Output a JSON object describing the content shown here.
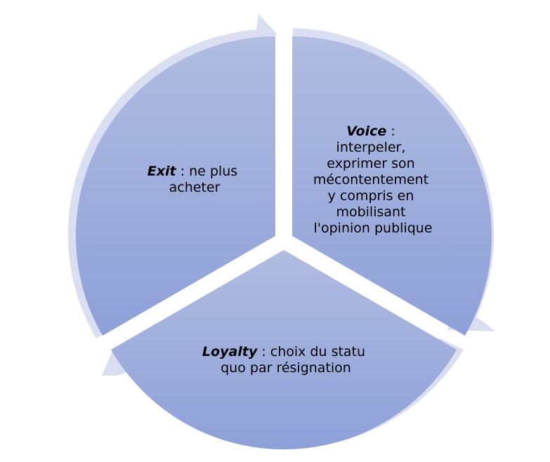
{
  "colors": {
    "ring": "#d9def1",
    "segment_top": "#b1bce1",
    "segment_bottom": "#8da0d8",
    "background": "#ffffff"
  },
  "segments": [
    {
      "keyword": "Exit",
      "rest_lines": [
        " : ne plus",
        "acheter"
      ]
    },
    {
      "keyword": "Voice",
      "rest_lines": [
        " :",
        "interpeler,",
        "exprimer son",
        "mécontentement",
        "y compris en",
        "mobilisant",
        "l'opinion publique"
      ]
    },
    {
      "keyword": "Loyalty",
      "rest_lines": [
        " : choix du statu",
        "quo par résignation"
      ]
    }
  ]
}
